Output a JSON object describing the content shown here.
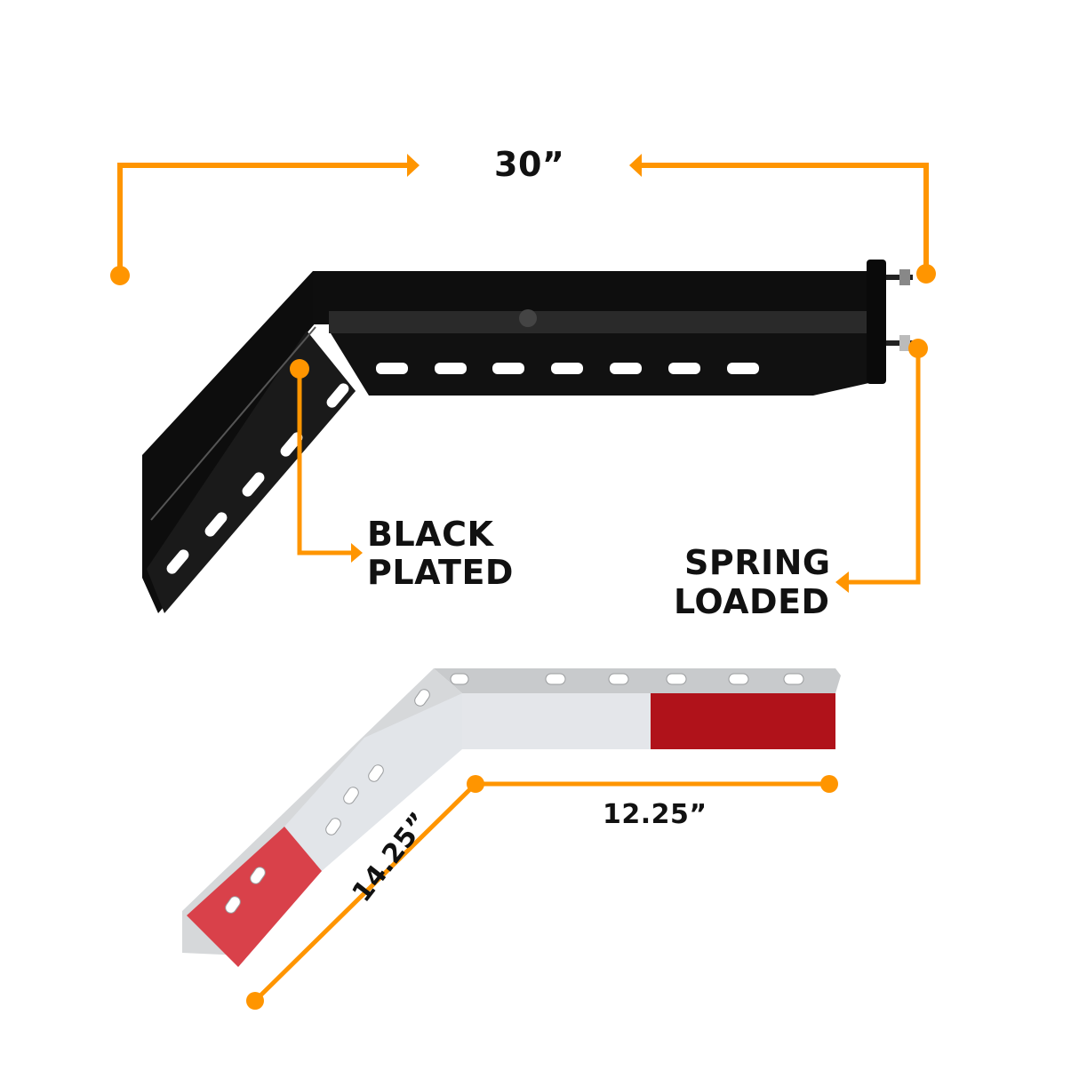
{
  "diagram": {
    "accent_color": "#FF9500",
    "dimensions": {
      "overall_width": "30”",
      "side_length": "12.25”",
      "diagonal_length": "14.25”"
    },
    "callouts": {
      "finish_line1": "BLACK",
      "finish_line2": "PLATED",
      "mount_line1": "SPRING",
      "mount_line2": "LOADED"
    },
    "parts": [
      {
        "name": "Black mud flap hanger bracket",
        "color": "#111111"
      },
      {
        "name": "Aluminum hanger with reflective tape",
        "colors": [
          "#C9CBCD",
          "#E9ECEF",
          "#C4151C"
        ]
      }
    ]
  }
}
